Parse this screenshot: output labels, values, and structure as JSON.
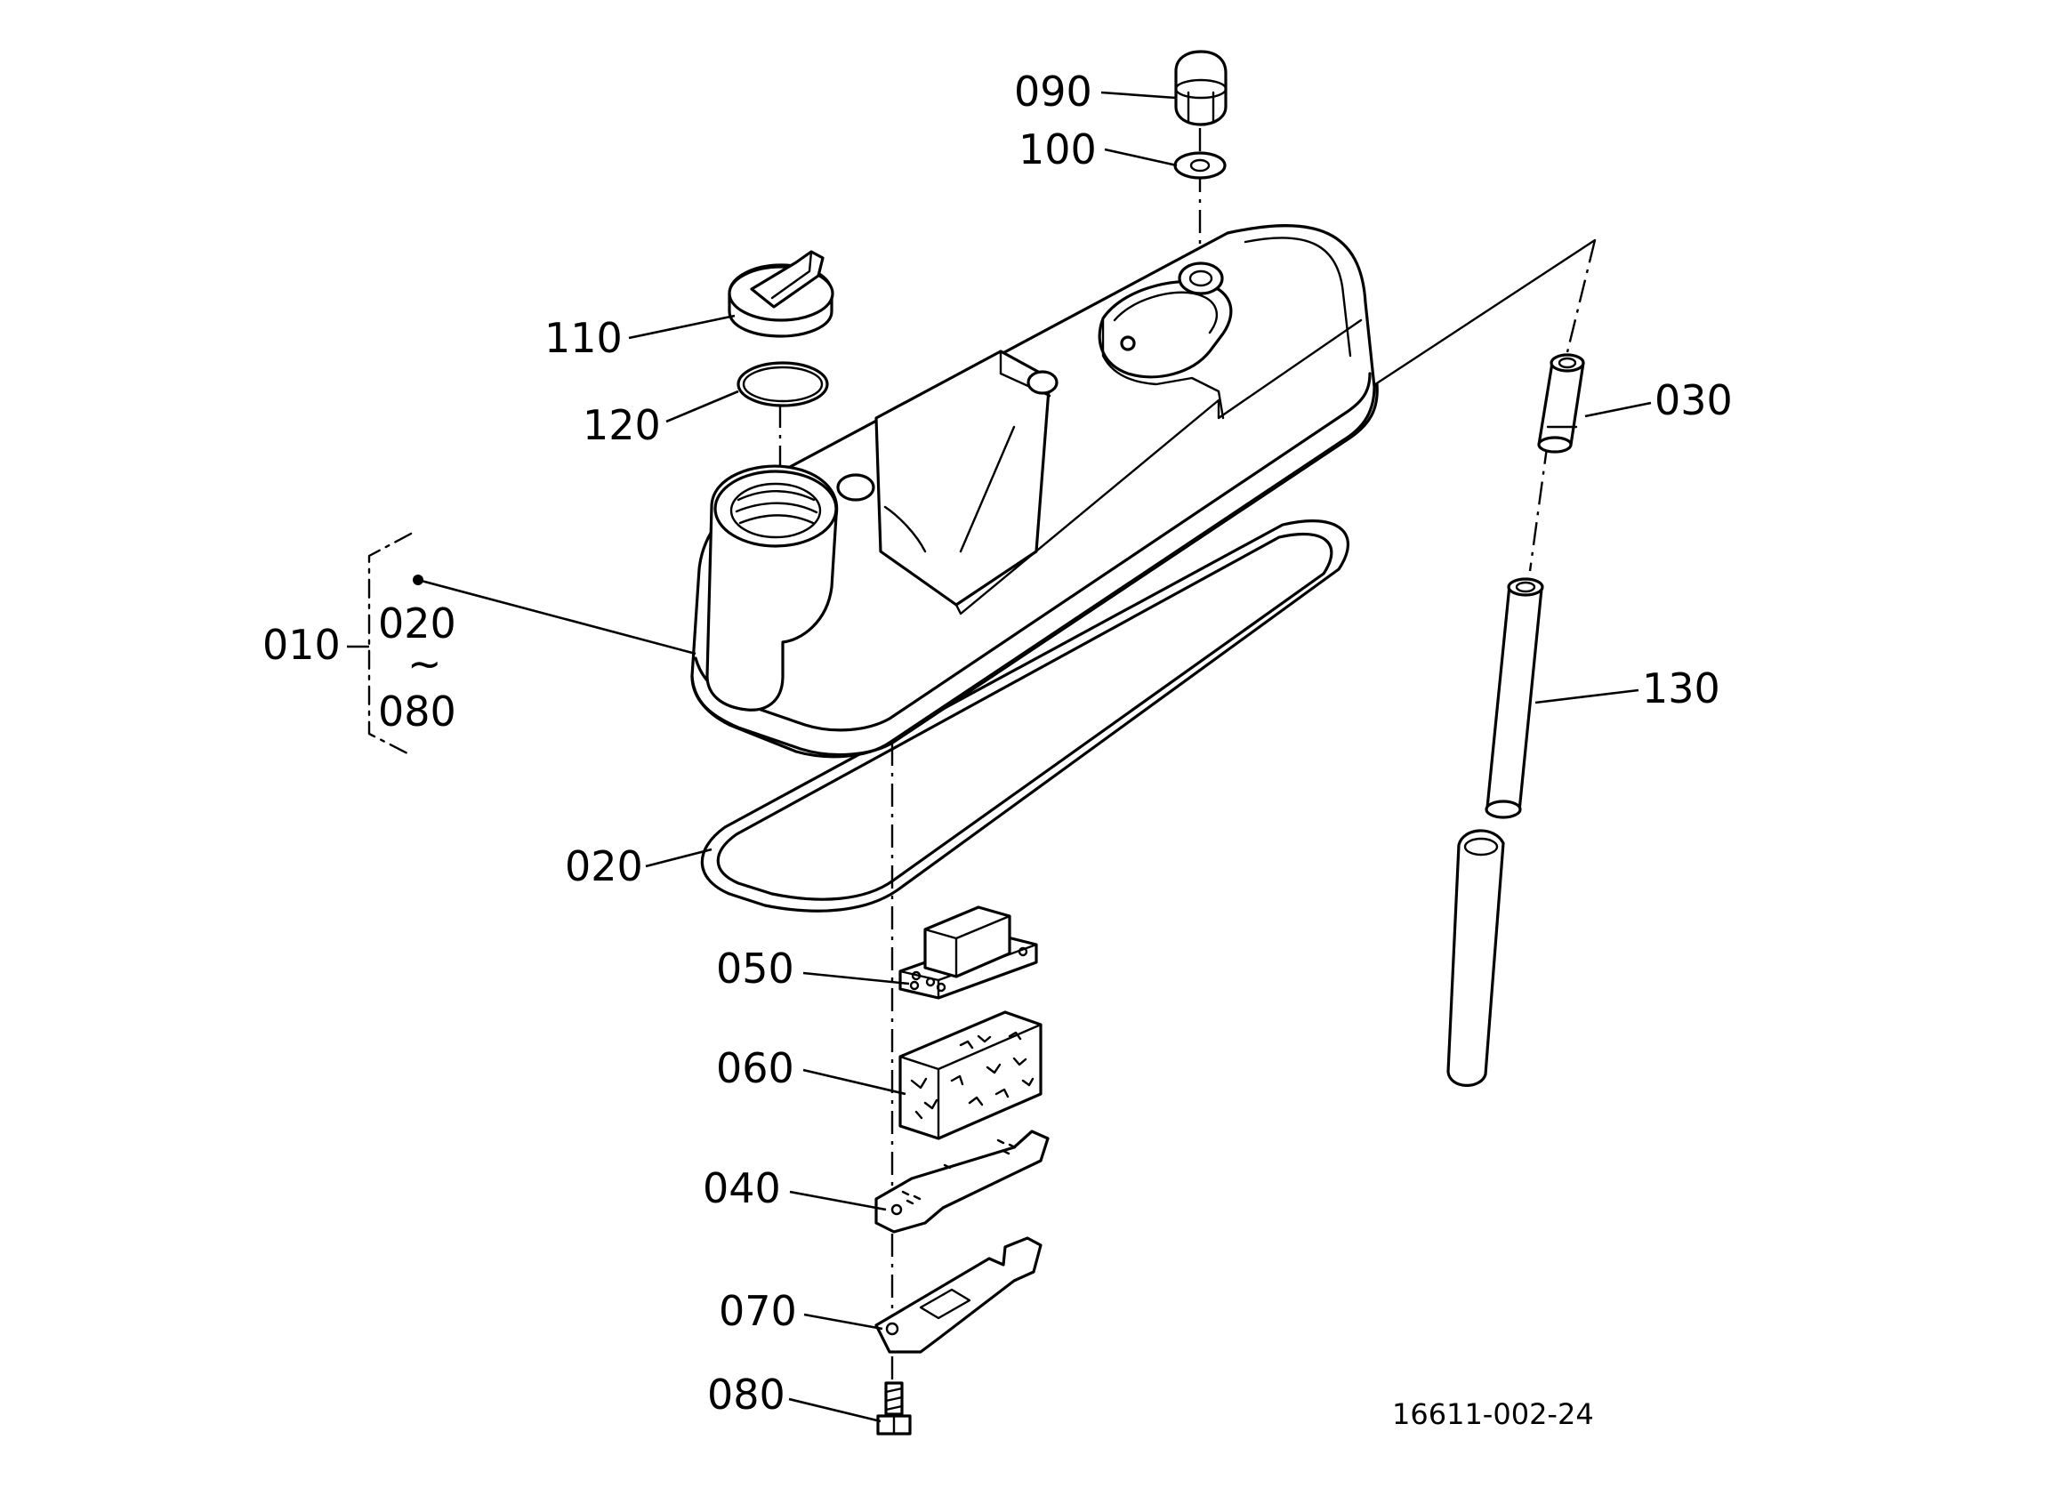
{
  "diagram": {
    "reference_code": "16611-002-24",
    "callouts": {
      "c010": "010",
      "c020_range_start": "020",
      "c_range_tilde": "~",
      "c080_range_end": "080",
      "c020": "020",
      "c030": "030",
      "c040": "040",
      "c050": "050",
      "c060": "060",
      "c070": "070",
      "c080": "080",
      "c090": "090",
      "c100": "100",
      "c110": "110",
      "c120": "120",
      "c130": "130"
    }
  }
}
